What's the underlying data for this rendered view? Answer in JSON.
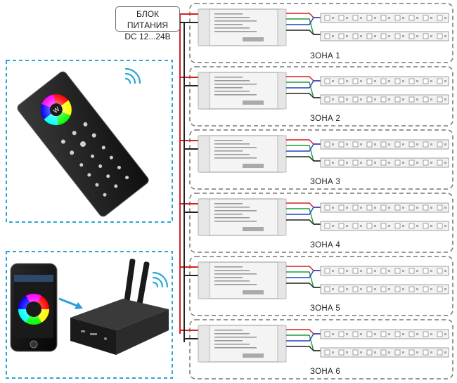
{
  "power_supply": {
    "line1": "БЛОК ПИТАНИЯ",
    "line2": "DC 12...24В"
  },
  "zones": [
    "ЗОНА 1",
    "ЗОНА 2",
    "ЗОНА 3",
    "ЗОНА 4",
    "ЗОНА 5",
    "ЗОНА 6"
  ],
  "colors": {
    "dashed_frame": "#2aa7d6",
    "zone_frame": "#777777",
    "wire_red": "#d42020",
    "wire_black": "#222222",
    "wire_green": "#1a9a3a",
    "wire_blue": "#2040c0",
    "led_strip": "#f2f2f2",
    "remote_body": "#1b1b1b",
    "hub_body": "#2b2b2b",
    "arrow": "#2a9fd6"
  }
}
